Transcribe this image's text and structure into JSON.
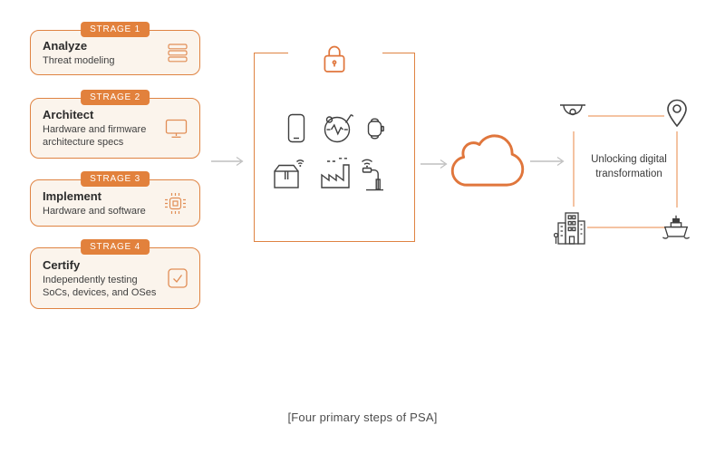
{
  "colors": {
    "accent_orange": "#e0763c",
    "badge_orange": "#e2813c",
    "card_background": "#fbf4ec",
    "card_border": "#df8342",
    "peach_connector": "#f4c3a2",
    "icon_dark": "#3f3f3f",
    "arrow_gray": "#bfbfbf"
  },
  "stages": [
    {
      "badge": "STRAGE 1",
      "title": "Analyze",
      "lines": [
        "Threat modeling"
      ],
      "icon": "server-stack-icon"
    },
    {
      "badge": "STRAGE 2",
      "title": "Architect",
      "lines": [
        "Hardware and firmware",
        "architecture specs"
      ],
      "icon": "monitor-icon"
    },
    {
      "badge": "STRAGE 3",
      "title": "Implement",
      "lines": [
        "Hardware and software"
      ],
      "icon": "chip-icon"
    },
    {
      "badge": "STRAGE 4",
      "title": "Certify",
      "lines": [
        "Independently testing",
        "SoCs, devices, and OSes"
      ],
      "icon": "checkbox-icon"
    }
  ],
  "secure_box": {
    "lock_icon": "lock-icon",
    "device_icons": [
      "smartphone-icon",
      "health-monitor-icon",
      "smartwatch-icon",
      "package-wifi-icon",
      "factory-icon",
      "smart-lamp-icon"
    ]
  },
  "cloud": {
    "icon": "cloud-icon"
  },
  "transformation": {
    "lines": [
      "Unlocking digital",
      "transformation"
    ],
    "corner_icons": [
      "security-camera-icon",
      "location-pin-icon",
      "buildings-icon",
      "ship-icon"
    ]
  },
  "caption": "[Four primary steps of PSA]"
}
